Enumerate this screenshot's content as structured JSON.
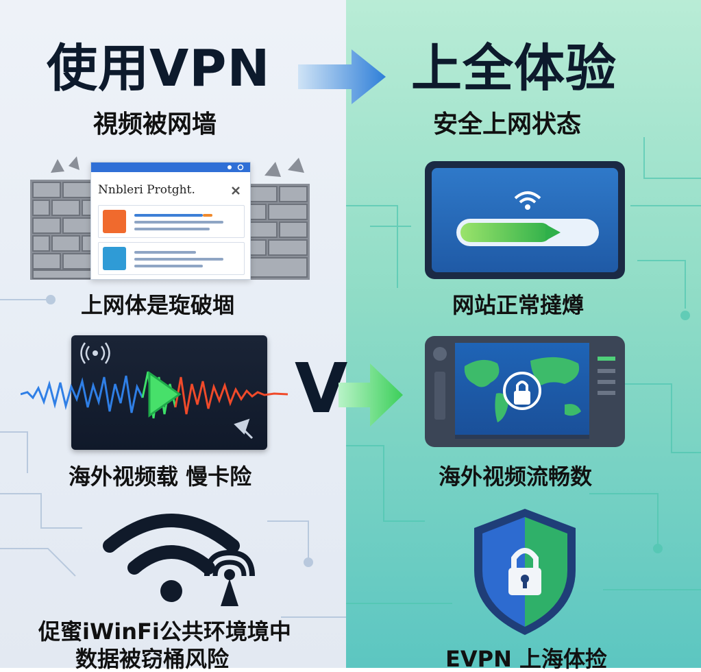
{
  "left_column": {
    "title": "使用VPN",
    "subtitle": "視频被网墙",
    "browser_title": "Nnbleri Protght.",
    "caption_1": "上网体是琁破堌",
    "caption_2": "海外视频载 慢卡险",
    "caption_3_line1": "促蜜iWinFi公共环境境中",
    "caption_3_line2": "数据被窃桶风险"
  },
  "middle": {
    "vs_letter": "V"
  },
  "right_column": {
    "title": "上全体验",
    "subtitle": "安全上网状态",
    "caption_1": "网站正常撻燇",
    "caption_2": "海外视频流畅数",
    "caption_3": "EVPN 上海体捡"
  },
  "colors": {
    "left_bg": "#e9eef5",
    "right_bg": "#8fdcc6",
    "title_dark": "#0d1a2c",
    "arrow_blue": "#2f7fd8",
    "arrow_green": "#3ccf5a",
    "shield_blue": "#2d6bd0",
    "shield_green": "#2fb069"
  },
  "icons": [
    "brick-wall-icon",
    "browser-window-icon",
    "sound-wave-icon",
    "play-icon",
    "wifi-icon",
    "signal-tower-icon",
    "progress-bar-icon",
    "world-map-icon",
    "lock-icon",
    "shield-icon",
    "arrow-right-icon"
  ]
}
